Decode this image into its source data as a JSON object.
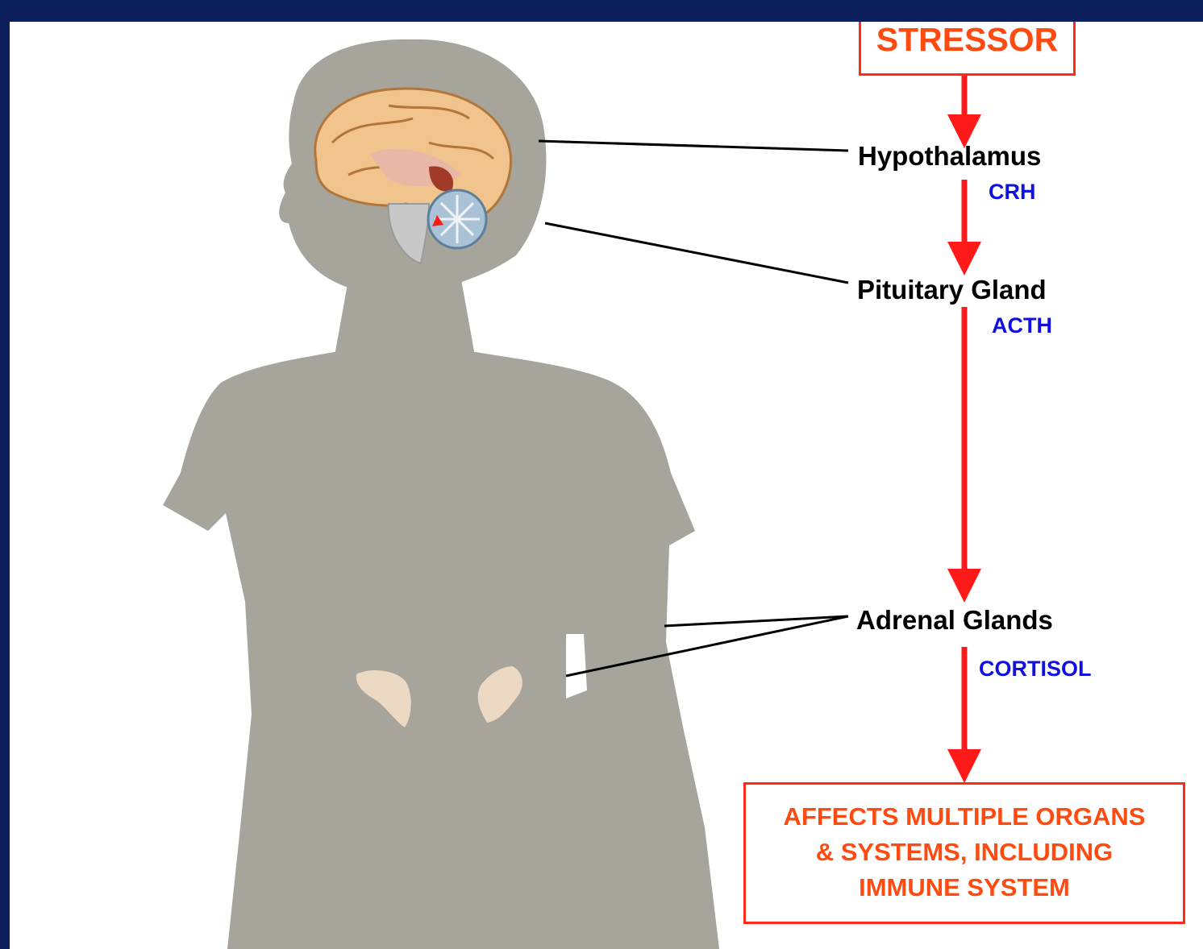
{
  "diagram": {
    "stressor": "STRESSOR",
    "hypothalamus": "Hypothalamus",
    "crh": "CRH",
    "pituitary": "Pituitary Gland",
    "acth": "ACTH",
    "adrenal": "Adrenal Glands",
    "cortisol": "CORTISOL",
    "outcome_lines": [
      "AFFECTS MULTIPLE ORGANS",
      "& SYSTEMS, INCLUDING",
      "IMMUNE SYSTEM"
    ]
  },
  "colors": {
    "background": "#0b1f5c",
    "arrow": "#ff1a1a",
    "box_text": "#ff4a10",
    "hormone_text": "#1010e0",
    "silhouette": "#a6a49b",
    "brain": "#f1c48e"
  }
}
